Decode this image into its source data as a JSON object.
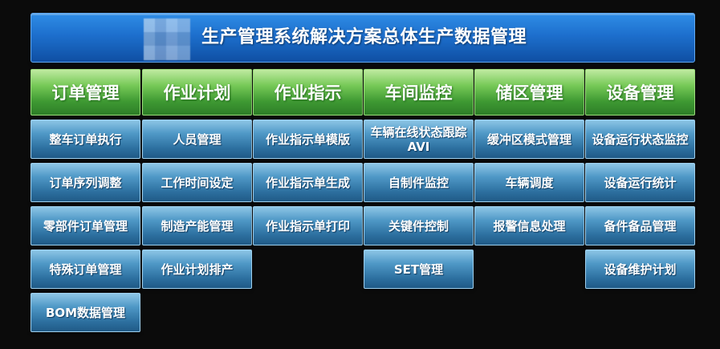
{
  "title": "生产管理系统解决方案总体生产数据管理",
  "columns": [
    {
      "header": "订单管理",
      "items": [
        "整车订单执行",
        "订单序列调整",
        "零部件订单管理",
        "特殊订单管理",
        "BOM数据管理"
      ]
    },
    {
      "header": "作业计划",
      "items": [
        "人员管理",
        "工作时间设定",
        "制造产能管理",
        "作业计划排产"
      ]
    },
    {
      "header": "作业指示",
      "items": [
        "作业指示单模版",
        "作业指示单生成",
        "作业指示单打印"
      ]
    },
    {
      "header": "车间监控",
      "items": [
        "车辆在线状态跟踪AVI",
        "自制件监控",
        "关键件控制",
        "SET管理"
      ]
    },
    {
      "header": "储区管理",
      "items": [
        "缓冲区模式管理",
        "车辆调度",
        "报警信息处理"
      ]
    },
    {
      "header": "设备管理",
      "items": [
        "设备运行状态监控",
        "设备运行统计",
        "备件备品管理",
        "设备维护计划"
      ]
    }
  ]
}
